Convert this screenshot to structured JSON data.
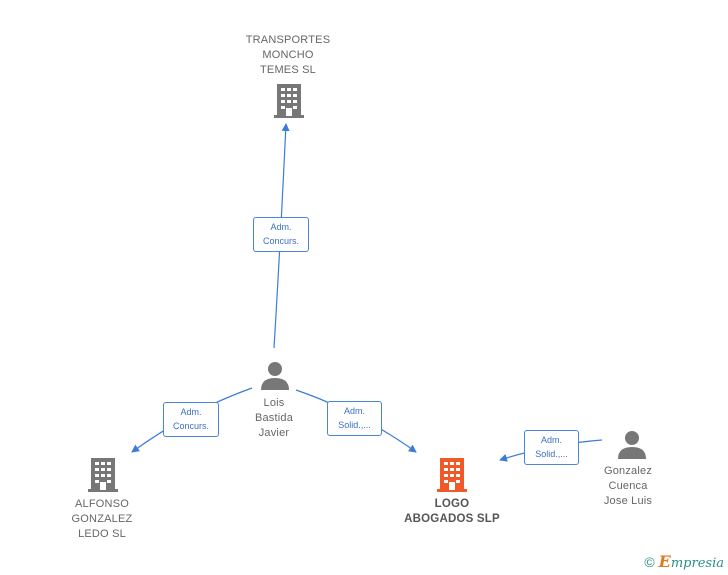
{
  "nodes": {
    "transportes": {
      "lines": [
        "TRANSPORTES",
        "MONCHO",
        "TEMES SL"
      ]
    },
    "lois": {
      "lines": [
        "Lois",
        "Bastida",
        "Javier"
      ]
    },
    "alfonso": {
      "lines": [
        "ALFONSO",
        "GONZALEZ",
        "LEDO SL"
      ]
    },
    "logo": {
      "lines": [
        "LOGO",
        "ABOGADOS SLP"
      ]
    },
    "gonzalez": {
      "lines": [
        "Gonzalez",
        "Cuenca",
        "Jose Luis"
      ]
    }
  },
  "relations": {
    "r1": {
      "lines": [
        "Adm.",
        "Concurs."
      ]
    },
    "r2": {
      "lines": [
        "Adm.",
        "Concurs."
      ]
    },
    "r3": {
      "lines": [
        "Adm.",
        "Solid.,..."
      ]
    },
    "r4": {
      "lines": [
        "Adm.",
        "Solid.,..."
      ]
    }
  },
  "colors": {
    "edge": "#3d7bd9",
    "company_icon": "#777777",
    "focus_company_icon": "#f05a28",
    "person_icon": "#777777"
  },
  "footer": {
    "copyright": "©",
    "brand_initial": "E",
    "brand_rest": "mpresia"
  }
}
